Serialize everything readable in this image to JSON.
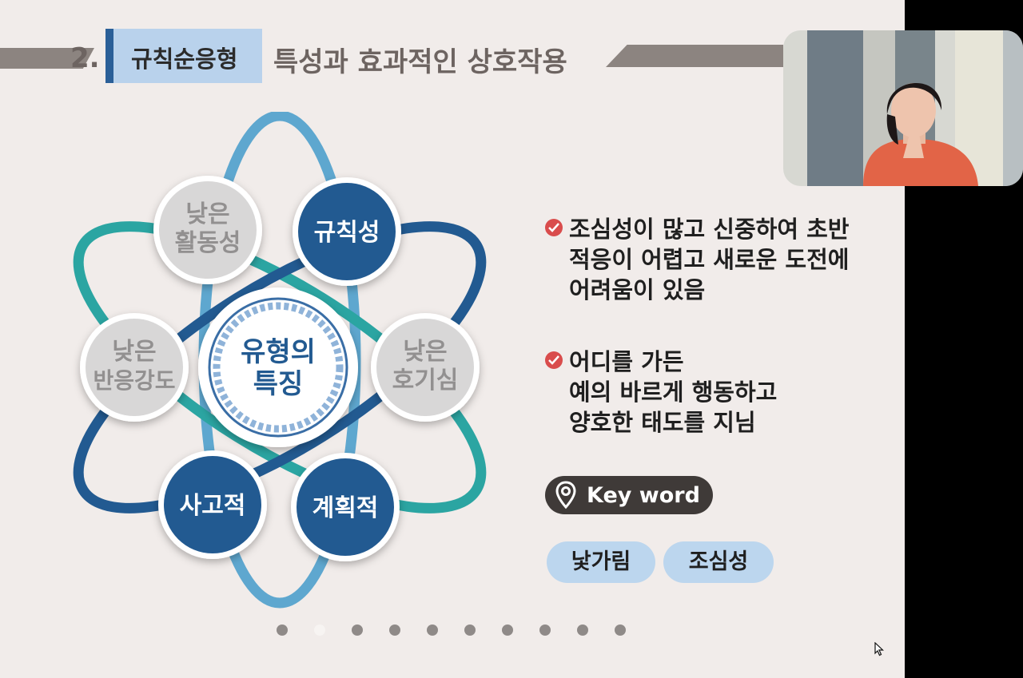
{
  "header": {
    "number": "2.",
    "type_tag": "규칙순응형",
    "title": "특성과 효과적인 상호작용"
  },
  "diagram": {
    "center": {
      "line1": "유형의",
      "line2": "특징"
    },
    "nodes": [
      {
        "line1": "규칙성",
        "line2": "",
        "style": "dark"
      },
      {
        "line1": "낮은",
        "line2": "호기심",
        "style": "light"
      },
      {
        "line1": "계획적",
        "line2": "",
        "style": "dark"
      },
      {
        "line1": "사고적",
        "line2": "",
        "style": "dark"
      },
      {
        "line1": "낮은",
        "line2": "반응강도",
        "style": "light"
      },
      {
        "line1": "낮은",
        "line2": "활동성",
        "style": "light"
      }
    ],
    "colors": {
      "dark_blue": "#225a91",
      "light_blue": "#5ea7cf",
      "teal": "#2ba5a2",
      "gray_node": "#d8d7d7",
      "gray_text": "#929090"
    }
  },
  "bullets": [
    {
      "lines": [
        "조심성이 많고 신중하여 초반",
        "적응이 어렵고 새로운 도전에",
        "어려움이 있음"
      ]
    },
    {
      "lines": [
        "어디를 가든",
        "예의 바르게 행동하고",
        "양호한 태도를 지님"
      ]
    }
  ],
  "keyword": {
    "label": "Key word",
    "tags": [
      "낯가림",
      "조심성"
    ]
  },
  "pagination": {
    "count": 10,
    "active_index": 1
  },
  "icons": {
    "bullet": "check-circle-icon",
    "keyword": "location-pin-icon",
    "cursor": "mouse-pointer-icon"
  }
}
